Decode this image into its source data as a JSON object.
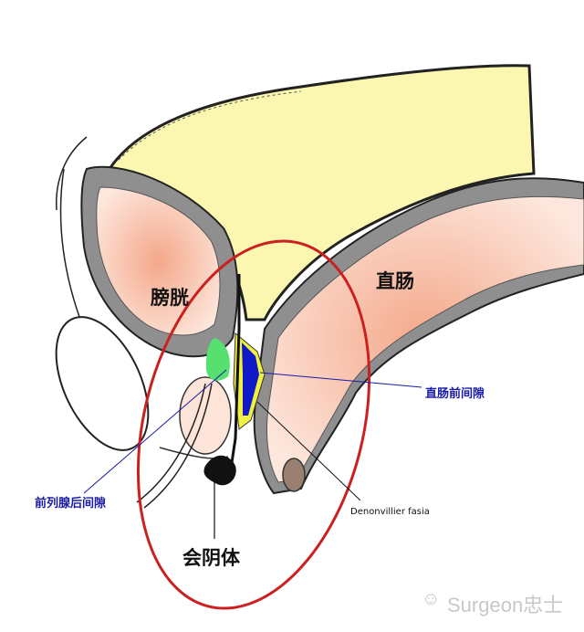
{
  "labels": {
    "bladder": "膀胱",
    "rectum": "直肠",
    "anterior_rectal_space": "直肠前间隙",
    "retroprostatic_space": "前列腺后间隙",
    "denonvilliers_fascia": "Denonvillier fasia",
    "perineal_body": "会阴体"
  },
  "watermark": "Surgeon忠士",
  "colors": {
    "peritoneal_cavity": "#fbf6b0",
    "organ_fill": "#f6b9a0",
    "wall": "#8f8f8f",
    "highlight_ellipse": "#cc2020",
    "label_blue": "#1a1aa8",
    "fascia_blue": "#1018c8",
    "fascia_yellow": "#f0f040",
    "space_green": "#55e070"
  }
}
